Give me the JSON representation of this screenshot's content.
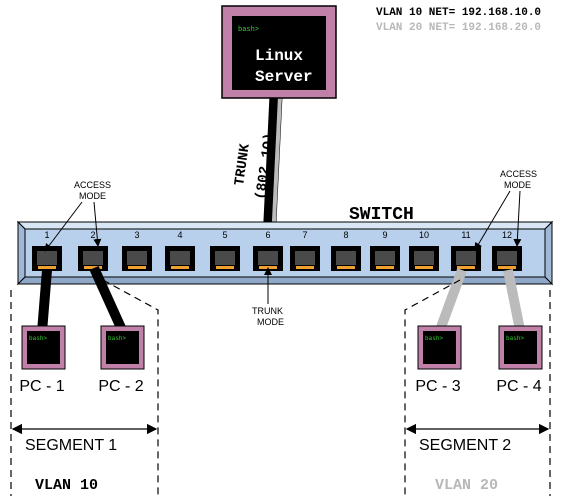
{
  "legend": {
    "vlan10": "VLAN 10 NET= 192.168.10.0",
    "vlan20": "VLAN 20 NET= 192.168.20.0"
  },
  "server": {
    "prompt": "bash>",
    "line1": "Linux",
    "line2": "Server"
  },
  "trunk": {
    "label": "TRUNK",
    "protocol": "(802.1Q)"
  },
  "switch": {
    "title": "SWITCH",
    "ports": [
      "1",
      "2",
      "3",
      "4",
      "5",
      "6",
      "7",
      "8",
      "9",
      "10",
      "11",
      "12"
    ]
  },
  "annotations": {
    "access_left": [
      "ACCESS",
      "MODE"
    ],
    "access_right": [
      "ACCESS",
      "MODE"
    ],
    "trunk_mode": [
      "TRUNK",
      "MODE"
    ]
  },
  "pcs": [
    {
      "prompt": "bash>",
      "label": "PC - 1"
    },
    {
      "prompt": "bash>",
      "label": "PC - 2"
    },
    {
      "prompt": "bash>",
      "label": "PC - 3"
    },
    {
      "prompt": "bash>",
      "label": "PC - 4"
    }
  ],
  "segments": {
    "left": "SEGMENT 1",
    "right": "SEGMENT 2"
  },
  "vlans": {
    "left": "VLAN 10",
    "right": "VLAN 20"
  },
  "colors": {
    "pc_frame": "#c080a8",
    "screen": "#000000",
    "prompt": "#33cc33",
    "switch_body": "#b8d0ec",
    "port_led": "#f0a030",
    "vlan20_gray": "#b8b8b8"
  }
}
